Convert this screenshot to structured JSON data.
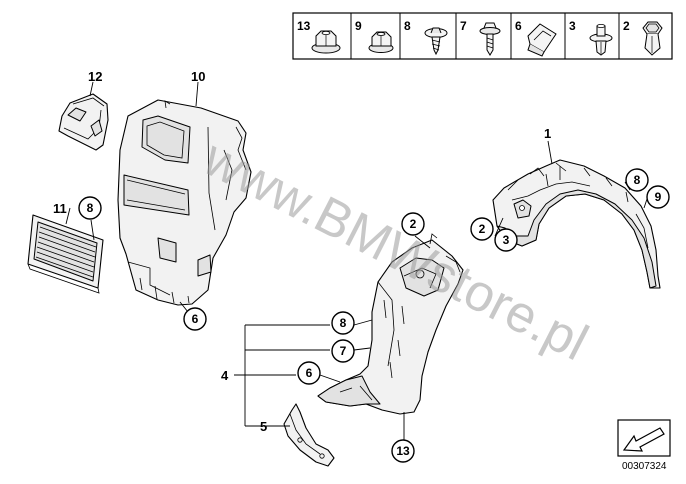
{
  "watermark": "www.BMWstore.pl",
  "reference_number": "00307324",
  "legend_items": [
    {
      "number": "13",
      "icon": "flange-nut-icon"
    },
    {
      "number": "9",
      "icon": "hex-nut-icon"
    },
    {
      "number": "8",
      "icon": "self-tapping-screw-icon"
    },
    {
      "number": "7",
      "icon": "body-screw-icon"
    },
    {
      "number": "6",
      "icon": "spring-clip-icon"
    },
    {
      "number": "3",
      "icon": "expanding-rivet-icon"
    },
    {
      "number": "2",
      "icon": "plastic-nut-icon"
    }
  ],
  "part_numbers": {
    "p1": "1",
    "p4": "4",
    "p5": "5",
    "p10": "10",
    "p11": "11",
    "p12": "12"
  },
  "callouts": {
    "c8_left": "8",
    "c6_left": "6",
    "c2_mid": "2",
    "c8_mid": "8",
    "c7_mid": "7",
    "c6_mid": "6",
    "c13_bot": "13",
    "c2_right": "2",
    "c3_right": "3",
    "c8_right": "8",
    "c9_right": "9"
  }
}
